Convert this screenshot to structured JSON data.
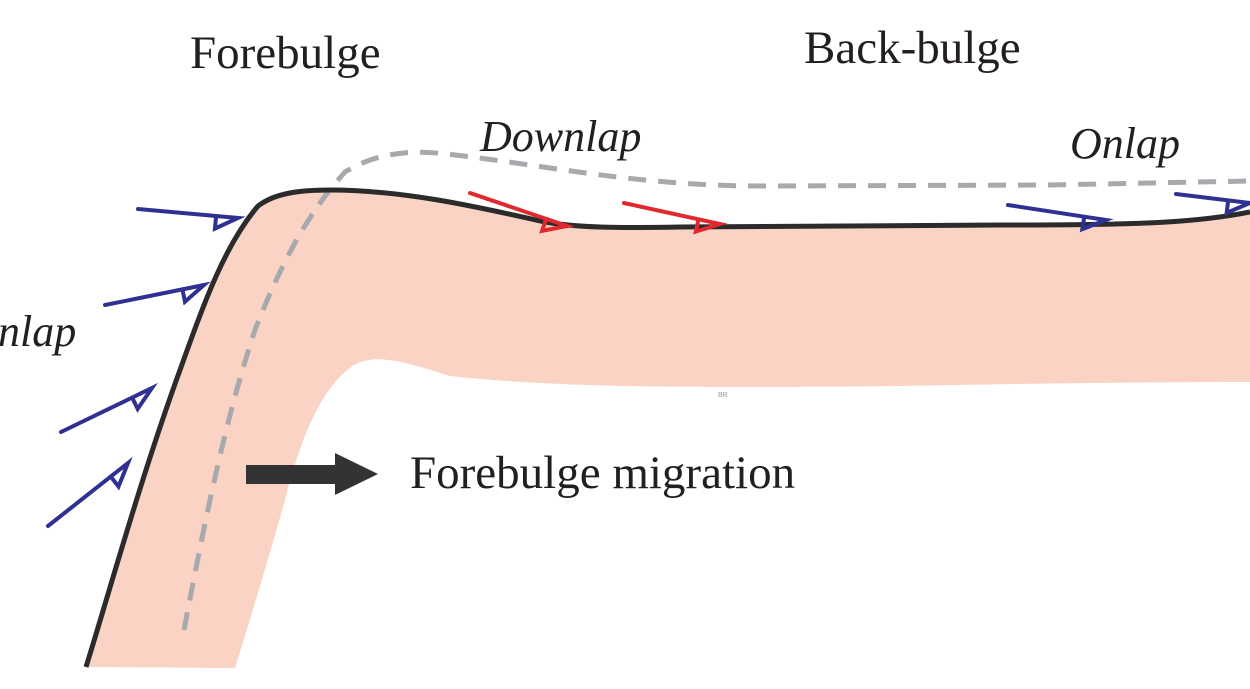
{
  "labels": {
    "forebulge": "Forebulge",
    "back_bulge": "Back-bulge",
    "downlap": "Downlap",
    "onlap_right": "Onlap",
    "onlap_left": "nlap",
    "migration": "Forebulge migration",
    "watermark": "BR"
  },
  "colors": {
    "layer_fill": "#fad3c5",
    "surface_line": "#2b2b2b",
    "dashed_line": "#a7a9ac",
    "onlap_arrows": "#2e3192",
    "downlap_arrows": "#e0282e",
    "migration_arrow": "#333333"
  },
  "icons": {
    "onlap_arrow": "open-triangle-arrow-icon",
    "downlap_arrow": "open-triangle-arrow-icon",
    "migration_arrow": "right-arrow-icon"
  }
}
